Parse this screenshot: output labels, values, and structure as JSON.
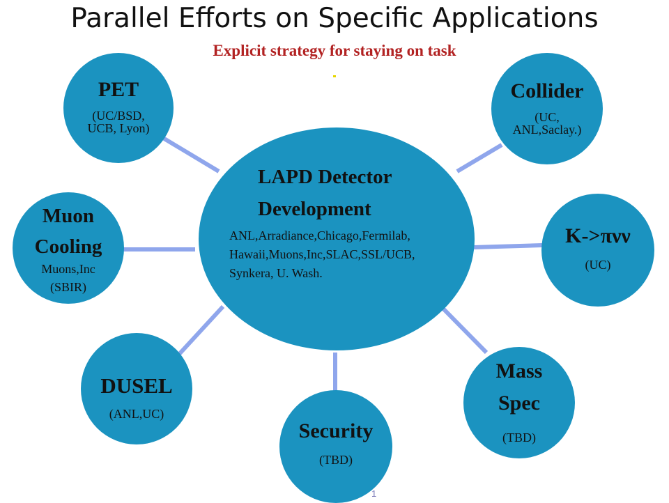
{
  "title": "Parallel Efforts on Specific Applications",
  "subtitle": "Explicit strategy for  staying on task",
  "colors": {
    "node_fill": "#1b93c0",
    "connector": "#8fa6ec",
    "subtitle": "#b22222"
  },
  "center": {
    "title_line1": "LAPD Detector",
    "title_line2": "Development",
    "body_lines": [
      "ANL,Arradiance,Chicago,Fermilab,",
      "Hawaii,Muons,Inc,SLAC,SSL/UCB,",
      "Synkera, U. Wash."
    ]
  },
  "nodes": {
    "pet": {
      "name": "PET",
      "sub1": "(UC/BSD,",
      "sub2": "UCB, Lyon)"
    },
    "collider": {
      "name": "Collider",
      "sub1": "(UC,",
      "sub2": "ANL,Saclay.)"
    },
    "muon": {
      "name1": "Muon",
      "name2": "Cooling",
      "sub1": "Muons,Inc",
      "sub2": "(SBIR)"
    },
    "kpinunu": {
      "name": "K->πνν",
      "sub1": "(UC)"
    },
    "dusel": {
      "name": "DUSEL",
      "sub1": "(ANL,UC)"
    },
    "security": {
      "name": "Security",
      "sub1": "(TBD)"
    },
    "massspec": {
      "name1": "Mass",
      "name2": "Spec",
      "sub1": "(TBD)"
    }
  },
  "page_number": "1"
}
